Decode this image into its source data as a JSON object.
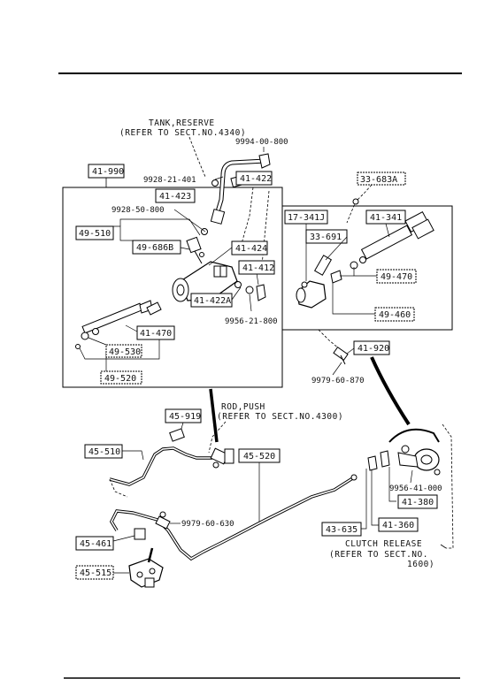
{
  "notes": {
    "tank_line1": "TANK,RESERVE",
    "tank_line2": "(REFER TO SECT.NO.4340)",
    "rod_line1": "ROD,PUSH",
    "rod_line2": "(REFER TO SECT.NO.4300)",
    "clutch_line1": "CLUTCH RELEASE",
    "clutch_line2": "(REFER TO SECT.NO.",
    "clutch_line3": "1600)"
  },
  "boxed_parts": {
    "p41_990": "41-990",
    "p41_422": "41-422",
    "p41_423": "41-423",
    "p49_510": "49-510",
    "p49_686B": "49-686B",
    "p41_424": "41-424",
    "p41_412": "41-412",
    "p41_422A": "41-422A",
    "p41_470": "41-470",
    "p49_530": "49-530",
    "p49_520": "49-520",
    "p33_683A": "33-683A",
    "p17_341J": "17-341J",
    "p41_341": "41-341",
    "p33_691": "33-691",
    "p49_470": "49-470",
    "p49_460": "49-460",
    "p41_920": "41-920",
    "p45_919": "45-919",
    "p45_510": "45-510",
    "p45_520": "45-520",
    "p45_461": "45-461",
    "p45_515": "45-515",
    "p43_635": "43-635",
    "p41_360": "41-360",
    "p41_380": "41-380"
  },
  "part_numbers": {
    "n9994": "9994-00-800",
    "n9928_401": "9928-21-401",
    "n9928_800": "9928-50-800",
    "n9956_218": "9956-21-800",
    "n9979_870": "9979-60-870",
    "n9979_630": "9979-60-630",
    "n9956_410": "9956-41-000"
  }
}
